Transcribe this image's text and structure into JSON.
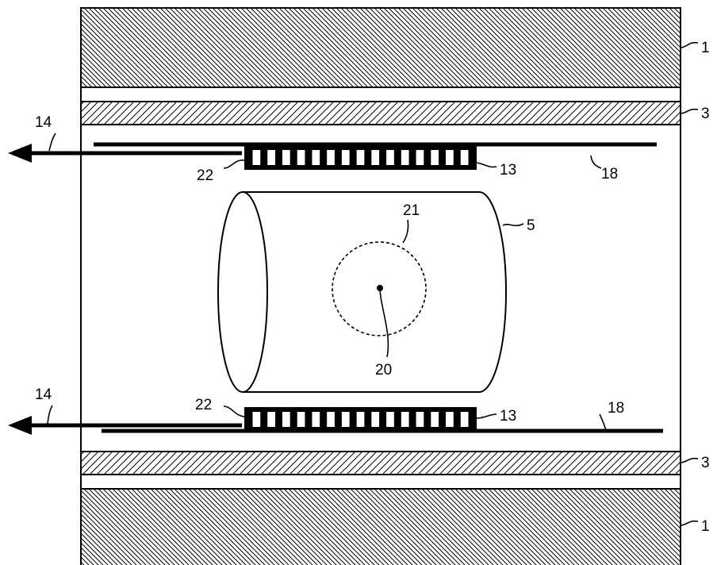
{
  "figure": {
    "labels": {
      "magnet_top": "1",
      "magnet_bottom": "1",
      "gradient_top": "3",
      "gradient_bottom": "3",
      "arrow_top": "14",
      "arrow_bottom": "14",
      "coil_left_top": "22",
      "coil_left_bottom": "22",
      "coil_right_top": "13",
      "coil_right_bottom": "13",
      "rail_top": "18",
      "rail_bottom": "18",
      "cylinder": "5",
      "circle": "21",
      "center_point": "20"
    },
    "coil_segment_count": 15
  }
}
